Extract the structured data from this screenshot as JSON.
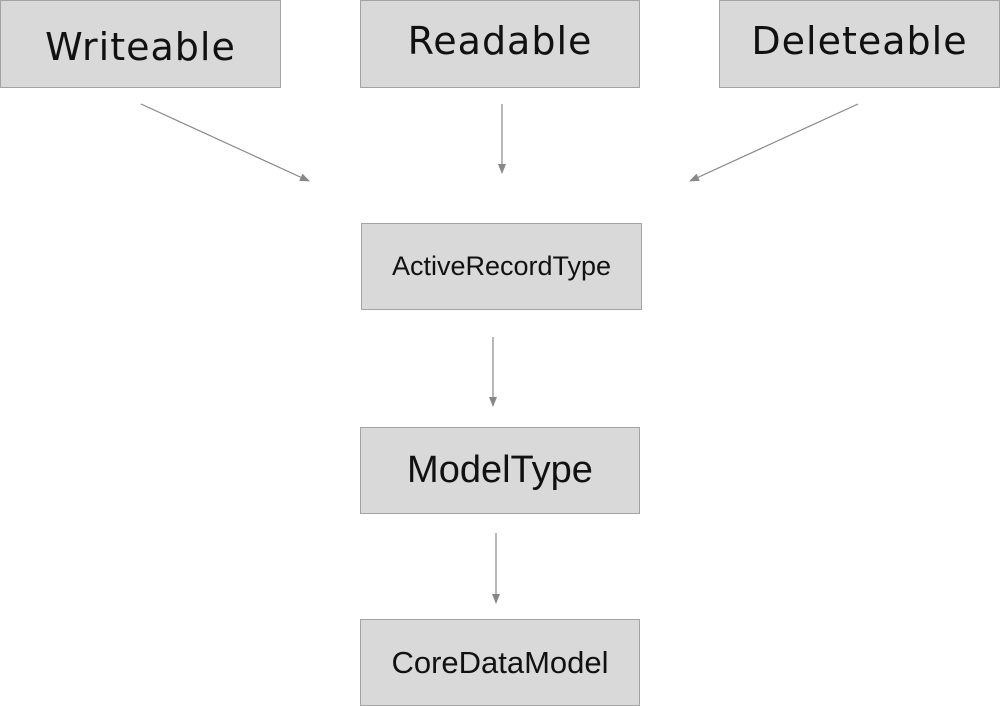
{
  "nodes": {
    "writeable": "Writeable",
    "readable": "Readable",
    "deleteable": "Deleteable",
    "active_record_type": "ActiveRecordType",
    "model_type": "ModelType",
    "core_data_model": "CoreDataModel"
  },
  "edges": [
    {
      "from": "Writeable",
      "to": "ActiveRecordType"
    },
    {
      "from": "Readable",
      "to": "ActiveRecordType"
    },
    {
      "from": "Deleteable",
      "to": "ActiveRecordType"
    },
    {
      "from": "ActiveRecordType",
      "to": "ModelType"
    },
    {
      "from": "ModelType",
      "to": "CoreDataModel"
    }
  ],
  "colors": {
    "node_fill": "#d9d9d9",
    "node_border": "#a3a3a3",
    "arrow": "#888888"
  }
}
